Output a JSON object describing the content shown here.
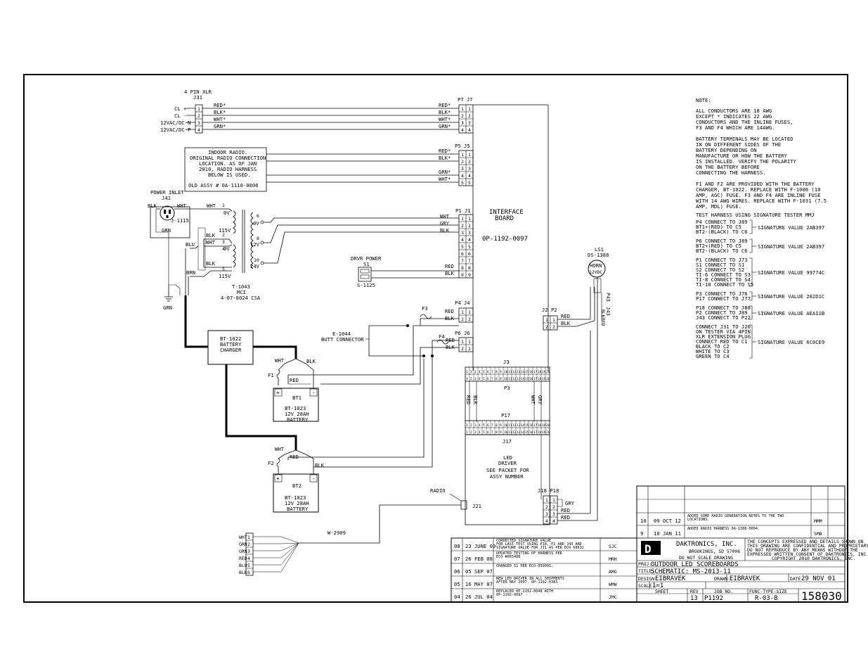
{
  "xlr": {
    "title1": "4 PIN XLR",
    "title2": "J31",
    "labels": [
      "CL +",
      "CL -",
      "12VAC/DC-N",
      "12VAC/DC-P"
    ],
    "pins": [
      "1",
      "2",
      "3",
      "4"
    ],
    "wires": [
      "RED*",
      "BLK*",
      "WHT*",
      "GRN*"
    ]
  },
  "p7": {
    "title": "P7  J7",
    "pins": [
      "1",
      "2",
      "3",
      "4"
    ],
    "wires": [
      "RED*",
      "BLK*",
      "WHT*",
      "GRN*"
    ]
  },
  "radio_box": {
    "lines": [
      "INDOOR RADIO.",
      "ORIGINAL RADIO CONNECTION",
      "LOCATION.  AS OF JAN",
      "2010, RADIO HARNESS",
      "BELOW IS USED."
    ],
    "assy": "OLD ASSY # 0A-1110-0006"
  },
  "p5": {
    "title": "P5  J5",
    "pins": [
      "1",
      "2",
      "3",
      "4",
      "5"
    ],
    "wires": [
      "RED*",
      "BLK*",
      "GRN*",
      "WHT*"
    ]
  },
  "power_inlet": {
    "title1": "POWER INLET",
    "title2": "J41",
    "part": "J-1115",
    "blk": "BLK",
    "wht": "WHT",
    "grn": "GRN"
  },
  "transformer": {
    "part": "T-1043",
    "mfr": "MCI",
    "num": "4-07-8024 CSA",
    "primary": [
      "WHT",
      "BLK",
      "WHT",
      "BLK"
    ],
    "prim_pins": [
      "1",
      "2",
      "3",
      "4",
      "5"
    ],
    "prim_v": [
      "0V",
      "115V",
      "0V",
      "115V"
    ],
    "sec_pins": [
      "6",
      "8",
      "10"
    ],
    "sec_v": [
      "0V",
      "12V",
      "24V"
    ],
    "blu": "BLU",
    "brn": "BRN",
    "grn": "GRN"
  },
  "p1": {
    "title": "P1  J1",
    "pins": [
      "1",
      "2",
      "3",
      "4",
      "5",
      "6",
      "7",
      "8",
      "9"
    ],
    "wires": [
      "WHT",
      "GRY",
      "BLK",
      "RED",
      "BLK"
    ]
  },
  "interface_board": {
    "name": "INTERFACE",
    "name2": "BOARD",
    "part": "0P-1192-0097"
  },
  "dvr_power": {
    "title": "DRVR POWER",
    "ref": "S1",
    "part": "S-1125"
  },
  "charger": {
    "l1": "BT-1022",
    "l2": "BATTERY",
    "l3": "CHARGER"
  },
  "butt": {
    "l1": "E-1044",
    "l2": "BUTT CONNECTOR"
  },
  "p4": {
    "title": "P4  J4",
    "pins": [
      "1",
      "2"
    ],
    "wires": [
      "RED",
      "BLK"
    ],
    "fuse": "F3"
  },
  "p6": {
    "title": "P6  J6",
    "pins": [
      "1",
      "2"
    ],
    "wires": [
      "RED",
      "BLK"
    ],
    "fuse": "F4"
  },
  "bt1": {
    "ref": "BT1",
    "l1": "BT-1023",
    "l2": "12V 28AH",
    "l3": "BATTERY",
    "fuse": "F1",
    "wht": "WHT",
    "blk": "BLK",
    "red": "RED",
    "plus": "+",
    "minus": "-"
  },
  "bt2": {
    "ref": "BT2",
    "l1": "BT-1023",
    "l2": "12V 28AH",
    "l3": "BATTERY",
    "fuse": "F2",
    "wht": "WHT",
    "blk": "BLK",
    "red": "RED",
    "plus": "+",
    "minus": "-"
  },
  "j3": {
    "title": "J3",
    "ptitle": "P3",
    "pins": [
      "1",
      "2",
      "3",
      "4",
      "5",
      "6",
      "7",
      "8",
      "9",
      "10",
      "11",
      "12",
      "13",
      "14",
      "15",
      "16",
      "17",
      "18",
      "19",
      "20"
    ]
  },
  "p17": {
    "title": "P17",
    "jtitle": "J17",
    "wires": [
      "RED",
      "BLK",
      "WHT",
      "GRY"
    ]
  },
  "led_driver": {
    "l1": "LED",
    "l2": "DRIVER",
    "l3": "SEE PACKET FOR",
    "l4": "ASSY NUMBER"
  },
  "j2": {
    "title": "J2  P2",
    "pins": [
      "1",
      "2"
    ],
    "wires": [
      "RED",
      "BLK"
    ]
  },
  "horn": {
    "ref": "LS1",
    "part": "DS-1388",
    "name": "HORN",
    "volt": "12VDC",
    "p43": "P43",
    "j43": "J43",
    "wires": [
      "BLK",
      "RED"
    ]
  },
  "j18": {
    "title": "J18  P18",
    "pins": [
      "1",
      "2",
      "3",
      "4"
    ],
    "wires": [
      "GRY",
      "RED",
      "RED"
    ]
  },
  "radio": {
    "label": "RADIO",
    "conn": "J21",
    "harness": "W-2909",
    "wires": [
      "WHT",
      "GRN",
      "GRN",
      "RED",
      "BLU",
      "BLK"
    ],
    "pins": [
      "1",
      "2",
      "3",
      "4",
      "5",
      "6"
    ]
  },
  "notes": {
    "title": "NOTE:",
    "n1": [
      "ALL CONDUCTORS ARE 18 AWG",
      "EXCEPT * INDICATES 22 AWG",
      "CONDUCTORS AND THE INLINE FUSES,",
      "F3 AND F4 WHICH ARE 14AWG."
    ],
    "n2": [
      "BATTERY TERMINALS MAY BE LOCATED",
      "IN ON DIFFERENT SIDES OF THE",
      "BATTERY DEPENDING ON",
      "MANUFACTURE OR HOW THE BATTERY",
      "IS INSTALLED.  VERIFY THE POLARITY",
      "ON THE BATTERY BEFORE",
      "CONNECTING THE HARNESS."
    ],
    "n3": [
      "F1 AND F2 ARE PROVIDED WITH THE BATTERY",
      "CHARGER, BT-1022.  REPLACE WITH F-1006 (10",
      "AMP, AGC) FUSE.  F3 AND F4 ARE INLINE FUSE",
      "WITH 14 AWG WIRES.  REPLACE WITH F-1031 (7.5",
      "AMP, MDL) FUSE."
    ],
    "test": "TEST HARNESS USING SIGNATURE TESTER MMJ",
    "groups": [
      {
        "lines": [
          "P4 CONNECT TO J89",
          "BT1+(RED) TO C5",
          "BT2-(BLACK) TO C6"
        ],
        "sig": "SIGNATURE VALUE 2AB397"
      },
      {
        "lines": [
          "P6 CONNECT TO J89",
          "BT2+(RED) TO C5",
          "BT2-(BLACK) TO C6"
        ],
        "sig": "SIGNATURE VALUE 2AB397"
      },
      {
        "lines": [
          "P1 CONNECT TO J73",
          "S1 CONNECT TO S1",
          "S2 CONNECT TO S2",
          "TI-6 CONNECT TO S3",
          "TI-8 CONNECT TO S4",
          "TI-10 CONNECT TO S5"
        ],
        "sig": "SIGNATURE VALUE 99774C"
      },
      {
        "lines": [
          "P3 CONNECT TO J76",
          "P17 CONNECT TO J77"
        ],
        "sig": "SIGNATURE VALUE 282D1C"
      },
      {
        "lines": [
          "P18 CONNECT TO J88",
          "P2 CONNECT TO J89",
          "J43 CONNECT TO P22"
        ],
        "sig": "SIGNATURE VALUE AEA11B"
      },
      {
        "lines": [
          "CONNECT J31 TO J20",
          "ON TESTER VIA 4PIN",
          "XLR EXTENSION PLUG",
          "CONNECT RED TO C1",
          "BLACK TO C2",
          "WHITE TO C3",
          "GREEN TO C4"
        ],
        "sig": "SIGNATURE VALUE 6C0CE9"
      }
    ]
  },
  "revisions_left": [
    {
      "rev": "08",
      "date": "23 JUNE 09",
      "desc": [
        "CORRECTED SIGNATURE VALUE",
        "FOR LAST TEST USING P18, P2 AND J43 AND",
        "SIGNATURE VALUE FOR J31 AS PER ECO 68632"
      ],
      "by": "SJC"
    },
    {
      "rev": "07",
      "date": "26  FEB 08",
      "desc": [
        "UPDATED TESTING OF HARNESS PER",
        "ECO #065488"
      ],
      "by": "MRH"
    },
    {
      "rev": "06",
      "date": "05 SEP 07",
      "desc": [
        "CHANGED S1 PER ECO-059091."
      ],
      "by": "AMG"
    },
    {
      "rev": "05",
      "date": "16 MAY 07",
      "desc": [
        "NEW LED DRIVER IN ALL SHIPMENTS",
        "AFTER MAY 2007.  OP-1192-0383"
      ],
      "by": "WMW"
    },
    {
      "rev": "04",
      "date": "26 JUL 04",
      "desc": [
        "REPLACED 0P-1192-0048 WITH",
        "0P-1192-0097"
      ],
      "by": "JMC"
    }
  ],
  "revisions_right": [
    {
      "rev": "10",
      "date": "09 OCT 12",
      "desc": [
        "ADDED SOME RADIO GENERATION NOTES TO THE TWO",
        "LOCATIONS."
      ],
      "by": "MMM"
    },
    {
      "rev": "9",
      "date": "10 JAN 11",
      "desc": [
        "ADDED RADIO HARNESS 0A-1388-0004."
      ],
      "by": "SMB"
    }
  ],
  "title_block": {
    "logo": "D",
    "company": "DAKTRONICS, INC.",
    "city": "BROOKINGS, SD  57006",
    "scale_note": "DO NOT SCALE DRAWING",
    "legal": [
      "THE CONCEPTS EXPRESSED AND DETAILS SHOWN ON",
      "THIS DRAWING ARE CONFIDENTIAL AND PROPRIETARY.",
      "DO NOT REPRODUCE BY ANY MEANS WITHOUT THE",
      "EXPRESSED WRITTEN CONSENT OF DAKTRONICS, INC.",
      "COPYRIGHT 2010 DAKTRONICS, INC."
    ],
    "proj_label": "PROJ:",
    "proj": "OUTDOOR LED SCOREBOARDS",
    "title_label": "TITLE:",
    "title": "SCHEMATIC: MS-2013-11",
    "design_label": "DESIGN:",
    "design": "EIBRAVEK",
    "drawn_label": "DRAWN:",
    "drawn": "EIBRAVEK",
    "date_label": "DATE:",
    "date": "29 NOV 01",
    "scale_label": "SCALE:",
    "scale": "1=1",
    "sheet_label": "SHEET",
    "rev_label": "REV",
    "job_label": "JOB NO.",
    "func_label": "FUNC-TYPE-SIZE",
    "rev": "13",
    "job": "P1192",
    "func": "R-03-B",
    "number": "158030"
  }
}
